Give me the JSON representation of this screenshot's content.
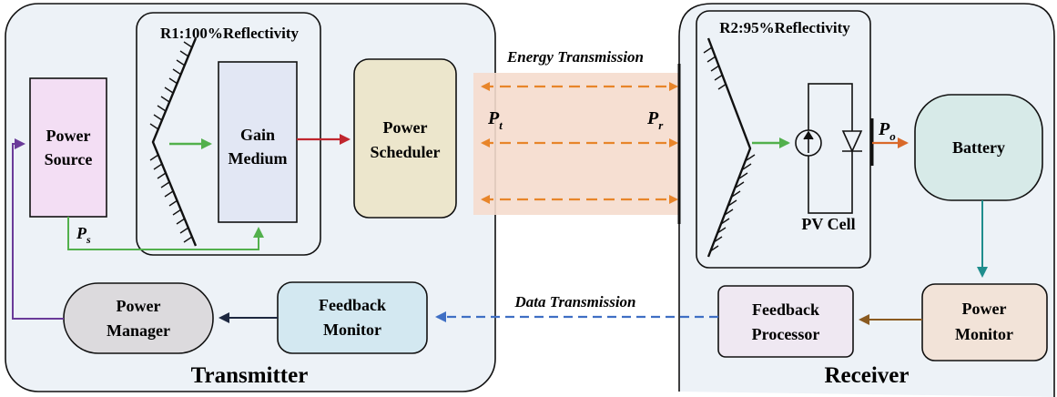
{
  "transmitter": {
    "title": "Transmitter",
    "power_source": [
      "Power",
      "Source"
    ],
    "mirror_r1": "R1:100%Reflectivity",
    "gain_medium": [
      "Gain",
      "Medium"
    ],
    "power_scheduler": [
      "Power",
      "Scheduler"
    ],
    "power_manager": [
      "Power",
      "Manager"
    ],
    "feedback_monitor": [
      "Feedback",
      "Monitor"
    ],
    "ps_label": "P",
    "ps_sub": "s"
  },
  "link": {
    "energy_label": "Energy Transmission",
    "data_label": "Data Transmission",
    "pt_label": "P",
    "pt_sub": "t",
    "pr_label": "P",
    "pr_sub": "r"
  },
  "receiver": {
    "title": "Receiver",
    "mirror_r2": "R2:95%Reflectivity",
    "pv_cell": "PV Cell",
    "po_label": "P",
    "po_sub": "o",
    "battery": "Battery",
    "power_monitor": [
      "Power",
      "Monitor"
    ],
    "feedback_processor": [
      "Feedback",
      "Processor"
    ]
  },
  "colors": {
    "panel_fill": "#edf2f7",
    "power_source_fill": "#f3def4",
    "gain_medium_fill": "#e2e7f4",
    "scheduler_fill": "#ece6cc",
    "manager_fill": "#dcdadd",
    "feedback_monitor_fill": "#d3e8f1",
    "battery_fill": "#d7eae8",
    "power_monitor_fill": "#f2e3d8",
    "feedback_processor_fill": "#efe8f2",
    "energy_band": "#f5dccd",
    "energy_arrow": "#e8852a",
    "data_arrow": "#3f6fc4",
    "green_arrow": "#52b04c",
    "red_arrow": "#c0262e",
    "purple_arrow": "#6a3a99",
    "navy_arrow": "#1d2840",
    "teal_arrow": "#1f8d8d",
    "brown_arrow": "#8a5a20"
  }
}
